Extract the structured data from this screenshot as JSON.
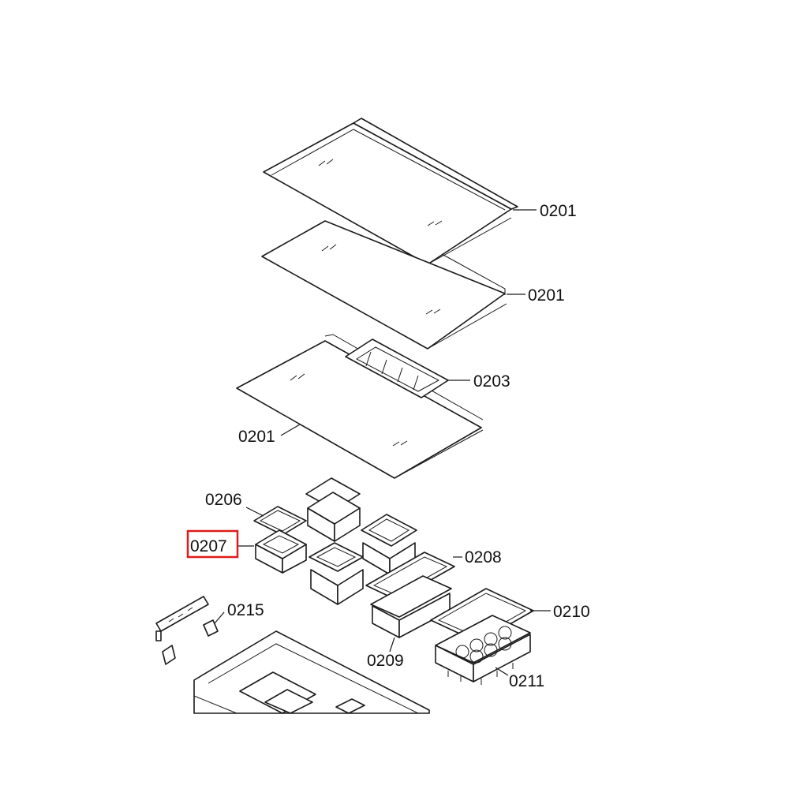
{
  "labels": {
    "shelf_top": "0201",
    "shelf_middle": "0201",
    "shelf_bottom": "0201",
    "tray_0203": "0203",
    "lid_0206": "0206",
    "box_0207": "0207",
    "lid_0208": "0208",
    "box_0209": "0209",
    "lid_0210": "0210",
    "egg_tray_0211": "0211",
    "rail_0215": "0215"
  },
  "highlighted_label": "0207",
  "colors": {
    "highlight": "#e01b1b",
    "line": "#1a1a1a",
    "background": "#ffffff"
  }
}
